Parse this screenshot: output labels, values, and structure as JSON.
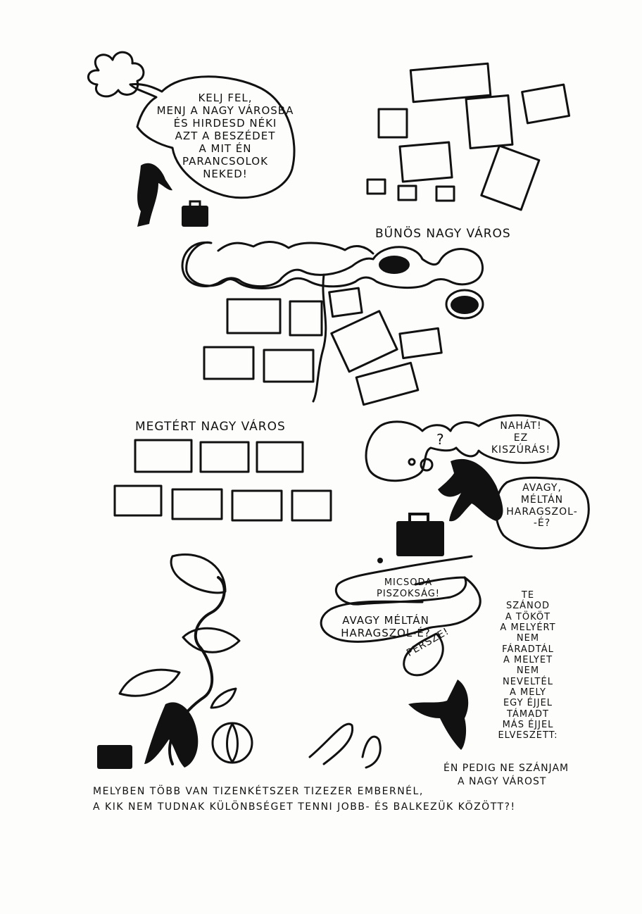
{
  "speech": {
    "god_command": [
      "KELJ FEL,",
      "MENJ A NAGY VÁROSBA",
      "ÉS HIRDESD NÉKI",
      "AZT A BESZÉDET",
      "A MIT ÉN",
      "PARANCSOLOK",
      "NEKED!"
    ],
    "nahat": [
      "NAHÁT!",
      "EZ",
      "KISZÚRÁS!"
    ],
    "question_mark": "?",
    "avagy_right": [
      "AVAGY,",
      "MÉLTÁN",
      "HARAGSZOL-",
      "-É?"
    ],
    "micsoda": [
      "MICSODA",
      "PISZOKSÁG!"
    ],
    "avagy_left": [
      "AVAGY MÉLTÁN",
      "HARAGSZOL-É?"
    ],
    "persze": "PERSZE!"
  },
  "labels": {
    "bunos_city": "BŰNÖS NAGY VÁROS",
    "megtert_city": "MEGTÉRT NAGY VÁROS"
  },
  "right_column": [
    "TE",
    "SZÁNOD",
    "A TÖKÖT",
    "A MELYÉRT",
    "NEM",
    "FÁRADTÁL",
    "A MELYET",
    "NEM",
    "NEVELTÉL",
    "A MELY",
    "EGY ÉJJEL",
    "TÁMADT",
    "MÁS ÉJJEL",
    "ELVESZETT:"
  ],
  "closing": {
    "line1": "ÉN PEDIG NE SZÁNJAM",
    "line2": "A NAGY VÁROST"
  },
  "caption": {
    "line1": "MELYBEN TÖBB VAN TIZENKÉTSZER TIZEZER EMBERNÉL,",
    "line2": "A KIK NEM TUDNAK KÜLÖNBSÉGET TENNI JOBB- ÉS BALKEZÜK KÖZÖTT?!"
  },
  "colors": {
    "ink": "#111111",
    "paper": "#fdfdfb"
  }
}
